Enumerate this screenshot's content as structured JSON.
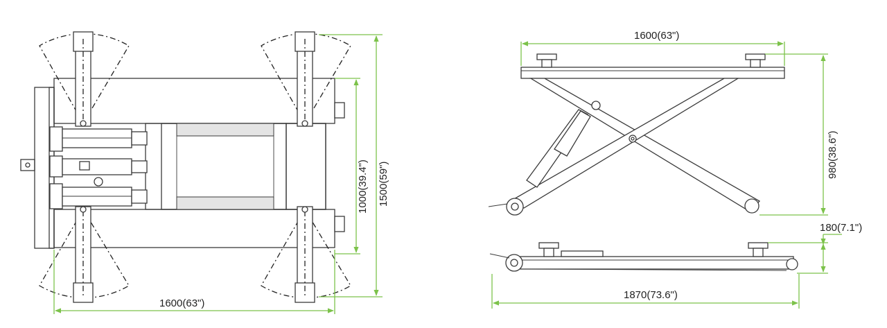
{
  "top_view": {
    "width_label": "1600(63\")",
    "inner_length_label": "1000(39.4\")",
    "outer_length_label": "1500(59\")"
  },
  "side_view": {
    "width_label": "1600(63\")",
    "height_label": "980(38.6\")"
  },
  "low_view": {
    "height_label": "180(7.1\")",
    "length_label": "1870(73.6\")"
  },
  "colors": {
    "dimension_line": "#7cc24a",
    "drawing_line": "#3a3a3a"
  }
}
